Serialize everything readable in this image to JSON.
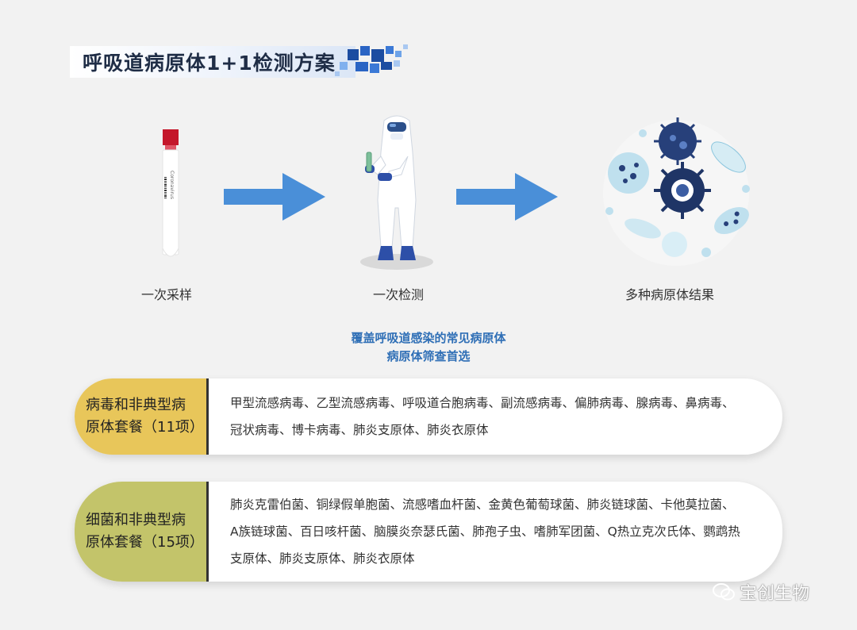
{
  "title": "呼吸道病原体1+1检测方案",
  "steps": [
    {
      "label": "一次采样"
    },
    {
      "label": "一次检测"
    },
    {
      "label": "多种病原体结果"
    }
  ],
  "tube_text": "Coronavirus",
  "coverage": {
    "line1": "覆盖呼吸道感染的常见病原体",
    "line2": "病原体筛查首选"
  },
  "panels": [
    {
      "label_line1": "病毒和非典型病",
      "label_line2": "原体套餐（11项）",
      "color": "#e8c65a",
      "items": "甲型流感病毒、乙型流感病毒、呼吸道合胞病毒、副流感病毒、偏肺病毒、腺病毒、鼻病毒、冠状病毒、博卡病毒、肺炎支原体、肺炎衣原体"
    },
    {
      "label_line1": "细菌和非典型病",
      "label_line2": "原体套餐（15项）",
      "color": "#c3c46a",
      "items": "肺炎克雷伯菌、铜绿假单胞菌、流感嗜血杆菌、金黄色葡萄球菌、肺炎链球菌、卡他莫拉菌、A族链球菌、百日咳杆菌、脑膜炎奈瑟氏菌、肺孢子虫、嗜肺军团菌、Q热立克次氏体、鹦鹉热支原体、肺炎支原体、肺炎衣原体"
    }
  ],
  "watermark": "宝创生物",
  "colors": {
    "arrow": "#4a8fd8",
    "accent": "#2f6fb6",
    "title": "#1f2d46"
  }
}
